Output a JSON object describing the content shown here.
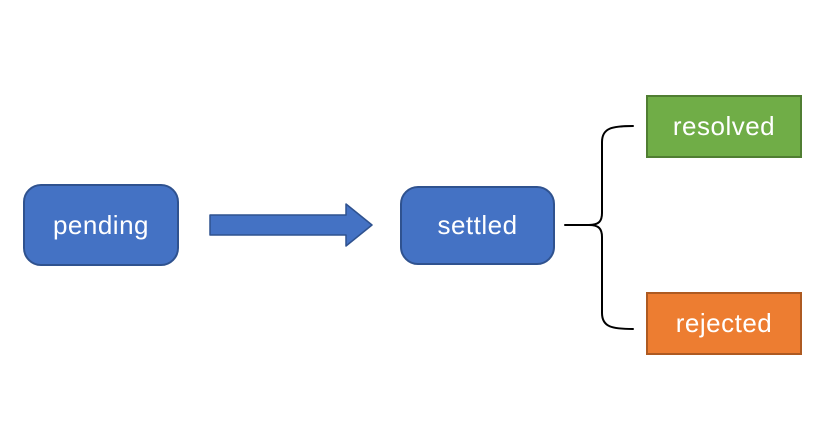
{
  "canvas": {
    "background": "#FFFFFF"
  },
  "diagram": {
    "nodes": [
      {
        "id": "pending",
        "label": "pending",
        "shape": "rounded-rectangle",
        "fill": "#4472C4",
        "border": "#2F528F",
        "text_color": "#FFFFFF"
      },
      {
        "id": "settled",
        "label": "settled",
        "shape": "rounded-rectangle",
        "fill": "#4472C4",
        "border": "#2F528F",
        "text_color": "#FFFFFF"
      },
      {
        "id": "resolved",
        "label": "resolved",
        "shape": "rectangle",
        "fill": "#70AD47",
        "border": "#507E32",
        "text_color": "#FFFFFF"
      },
      {
        "id": "rejected",
        "label": "rejected",
        "shape": "rectangle",
        "fill": "#ED7D31",
        "border": "#AE5A21",
        "text_color": "#FFFFFF"
      }
    ],
    "connectors": [
      {
        "id": "pending-to-settled",
        "type": "block-arrow-right",
        "from": "pending",
        "to": "settled",
        "fill": "#4472C4",
        "border": "#2F528F"
      },
      {
        "id": "settled-branch-brace",
        "type": "left-curly-brace",
        "from": "settled",
        "to": [
          "resolved",
          "rejected"
        ],
        "color": "#000000"
      }
    ]
  }
}
